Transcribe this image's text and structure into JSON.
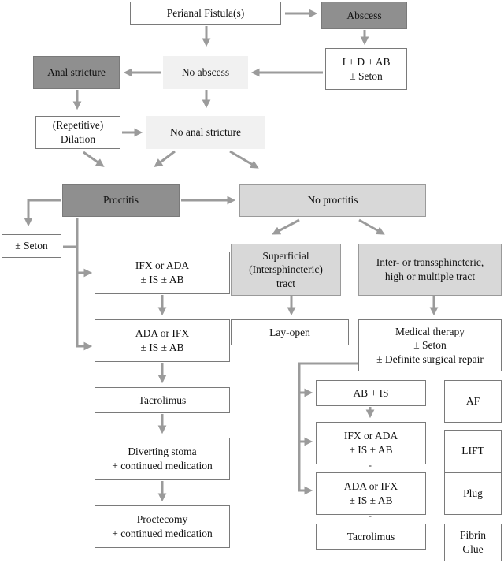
{
  "nodes": {
    "perianal_fistula": {
      "lines": [
        "Perianal Fistula(s)"
      ],
      "tone": "white"
    },
    "abscess": {
      "lines": [
        "Abscess"
      ],
      "tone": "dark"
    },
    "i_d_ab": {
      "lines": [
        "I + D + AB",
        "± Seton"
      ],
      "tone": "white"
    },
    "no_abscess": {
      "lines": [
        "No abscess"
      ],
      "tone": "light"
    },
    "anal_stricture": {
      "lines": [
        "Anal stricture"
      ],
      "tone": "dark"
    },
    "dilation": {
      "lines": [
        "(Repetitive)",
        "Dilation"
      ],
      "tone": "white"
    },
    "no_anal_stricture": {
      "lines": [
        "No anal stricture"
      ],
      "tone": "light"
    },
    "proctitis": {
      "lines": [
        "Proctitis"
      ],
      "tone": "dark"
    },
    "no_proctitis": {
      "lines": [
        "No proctitis"
      ],
      "tone": "mid"
    },
    "seton": {
      "lines": [
        "± Seton"
      ],
      "tone": "white"
    },
    "ifx_ada_1": {
      "lines": [
        "IFX or ADA",
        "± IS ± AB"
      ],
      "tone": "white"
    },
    "ada_ifx_1": {
      "lines": [
        "ADA or IFX",
        "± IS ± AB"
      ],
      "tone": "white"
    },
    "tacrolimus_1": {
      "lines": [
        "Tacrolimus"
      ],
      "tone": "white"
    },
    "diverting_stoma": {
      "lines": [
        "Diverting stoma",
        "+ continued medication"
      ],
      "tone": "white"
    },
    "proctecomy": {
      "lines": [
        "Proctecomy",
        "+ continued medication"
      ],
      "tone": "white"
    },
    "superficial_tract": {
      "lines": [
        "Superficial",
        "(Intersphincteric)",
        "tract"
      ],
      "tone": "mid"
    },
    "lay_open": {
      "lines": [
        "Lay-open"
      ],
      "tone": "white"
    },
    "inter_trans_tract": {
      "lines": [
        "Inter- or transsphincteric,",
        "high or multiple tract"
      ],
      "tone": "mid"
    },
    "medical_therapy": {
      "lines": [
        "Medical therapy",
        "± Seton",
        "± Definite surgical repair"
      ],
      "tone": "white"
    },
    "ab_is": {
      "lines": [
        "AB + IS"
      ],
      "tone": "white"
    },
    "ifx_ada_2": {
      "lines": [
        "IFX or ADA",
        "± IS ± AB"
      ],
      "tone": "white"
    },
    "ada_ifx_2": {
      "lines": [
        "ADA or IFX",
        "± IS ± AB"
      ],
      "tone": "white"
    },
    "tacrolimus_2": {
      "lines": [
        "Tacrolimus"
      ],
      "tone": "white"
    },
    "af": {
      "lines": [
        "AF"
      ],
      "tone": "white"
    },
    "lift": {
      "lines": [
        "LIFT"
      ],
      "tone": "white"
    },
    "plug": {
      "lines": [
        "Plug"
      ],
      "tone": "white"
    },
    "fibrin_glue": {
      "lines": [
        "Fibrin",
        "Glue"
      ],
      "tone": "white"
    }
  },
  "colors": {
    "dark_fill": "#8f8f8f",
    "mid_fill": "#d8d8d8",
    "light_fill": "#f1f1f1",
    "connector": "#9b9b9b"
  }
}
